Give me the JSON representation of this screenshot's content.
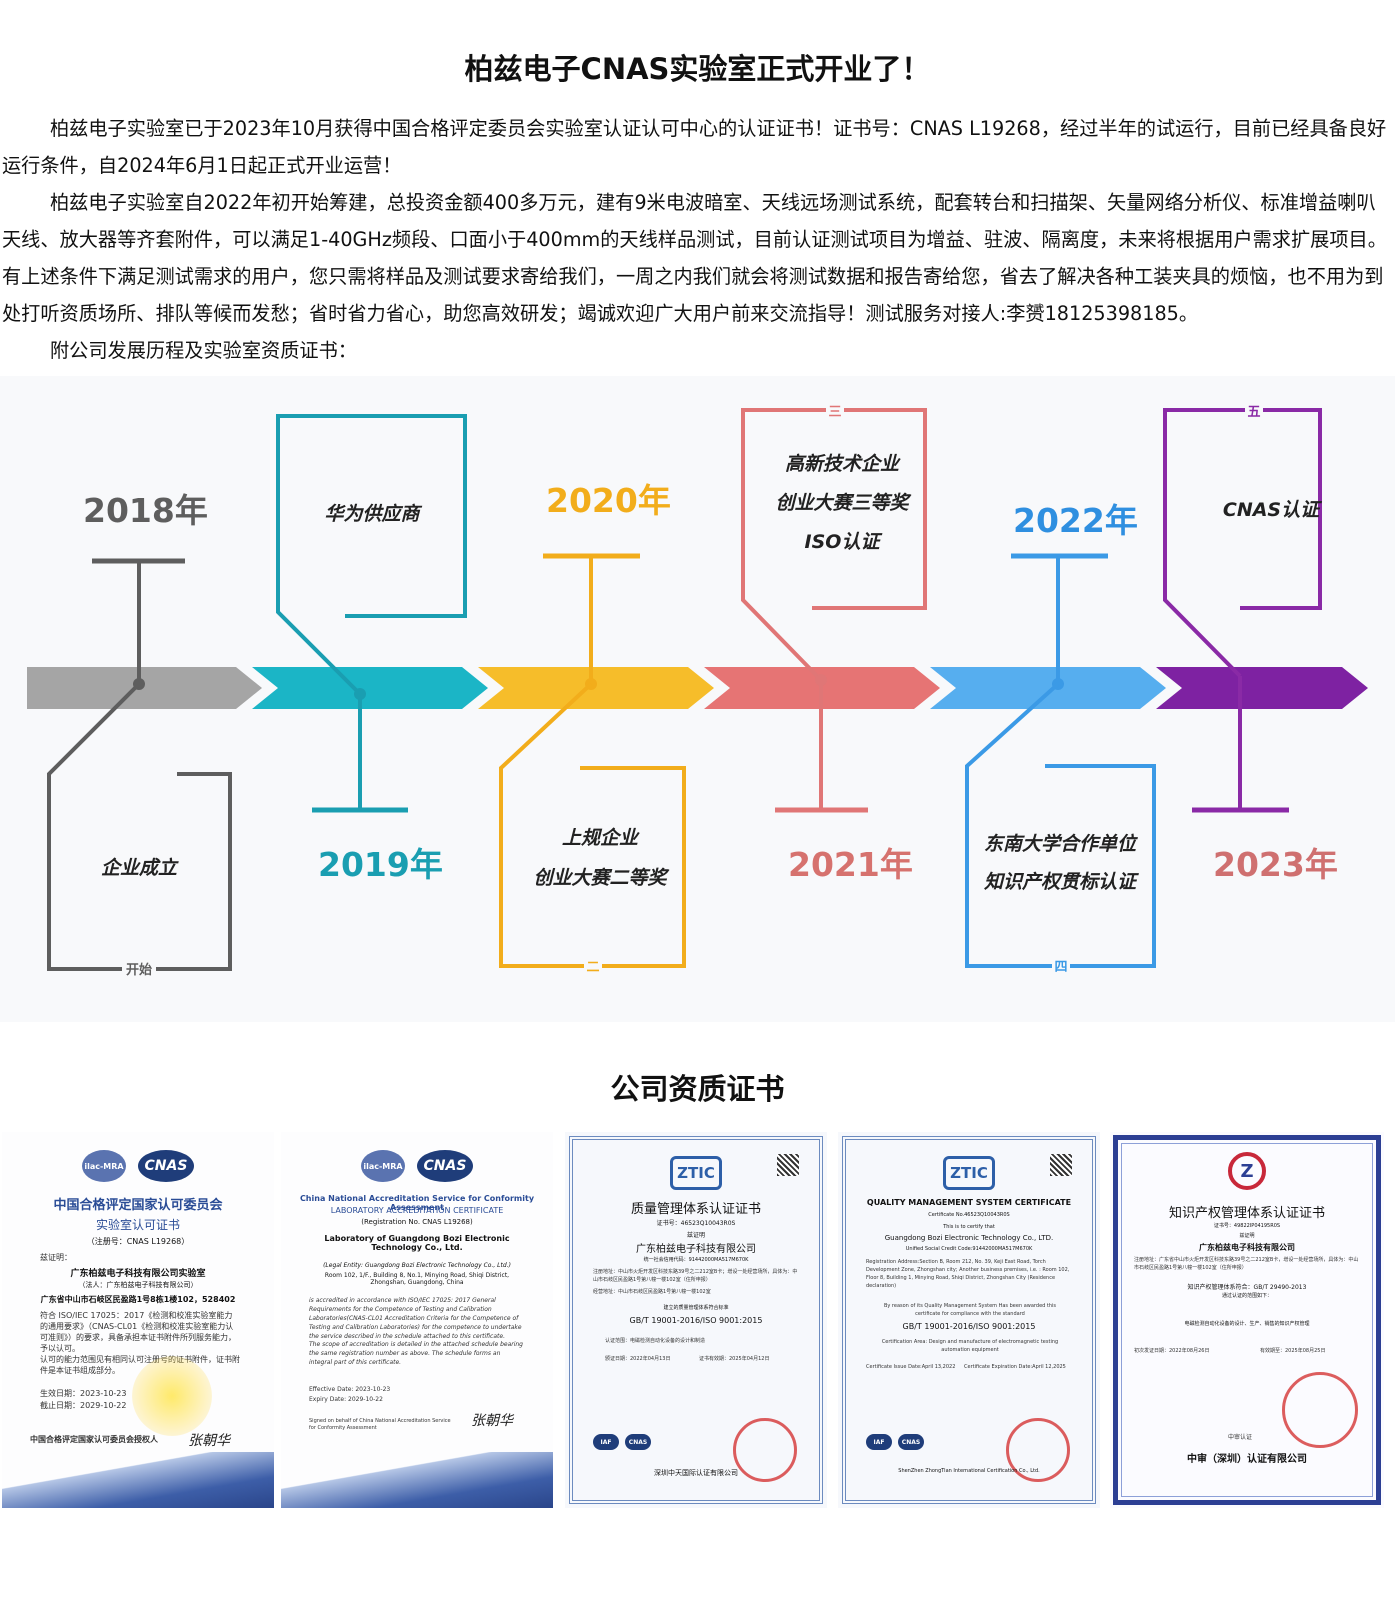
{
  "header": {
    "title": "柏兹电子CNAS实验室正式开业了！"
  },
  "article": {
    "paragraphs": [
      "柏兹电子实验室已于2023年10月获得中国合格评定委员会实验室认证认可中心的认证证书！证书号：CNAS L19268，经过半年的试运行，目前已经具备良好运行条件，自2024年6月1日起正式开业运营！",
      "柏兹电子实验室自2022年初开始筹建，总投资金额400多万元，建有9米电波暗室、天线远场测试系统，配套转台和扫描架、矢量网络分析仪、标准增益喇叭天线、放大器等齐套附件，可以满足1-40GHz频段、口面小于400mm的天线样品测试，目前认证测试项目为增益、驻波、隔离度，未来将根据用户需求扩展项目。有上述条件下满足测试需求的用户，您只需将样品及测试要求寄给我们，一周之内我们就会将测试数据和报告寄给您，省去了解决各种工装夹具的烦恼，也不用为到处打听资质场所、排队等候而发愁；省时省力省心，助您高效研发；竭诚欢迎广大用户前来交流指导！测试服务对接人:李赟18125398185。",
      "附公司发展历程及实验室资质证书："
    ]
  },
  "timeline": {
    "milestones": [
      {
        "year": "2018年",
        "events": [
          "企业成立"
        ],
        "tag": "开始",
        "color": "#5e5e5e",
        "year_color": "#5e5e5e"
      },
      {
        "year": "2019年",
        "events": [
          "华为供应商"
        ],
        "tag": "",
        "color": "#1a9eb1",
        "year_color": "#1a9eb1"
      },
      {
        "year": "2020年",
        "events": [
          "上规企业",
          "创业大赛二等奖"
        ],
        "tag": "二",
        "color": "#f2ad1b",
        "year_color": "#f2ad1b"
      },
      {
        "year": "2021年",
        "events": [
          "高新技术企业",
          "创业大赛三等奖",
          "ISO认证"
        ],
        "tag": "三",
        "color": "#e07676",
        "year_color": "#d6726e"
      },
      {
        "year": "2022年",
        "events": [
          "东南大学合作单位",
          "知识产权贯标认证"
        ],
        "tag": "四",
        "color": "#3b9ae6",
        "year_color": "#2f8fe0"
      },
      {
        "year": "2023年",
        "events": [
          "CNAS认证"
        ],
        "tag": "五",
        "color": "#8a2aa6",
        "year_color": "#cf7070"
      }
    ]
  },
  "certificates": {
    "section_title": "公司资质证书",
    "items": [
      {
        "logos": [
          "ilac-MRA",
          "CNAS"
        ],
        "title": "中国合格评定国家认可委员会",
        "subtitle": "实验室认可证书",
        "number": "（注册号：CNAS L19268）",
        "label": "兹证明：",
        "org": "广东柏兹电子科技有限公司实验室",
        "org_sub": "（法人：广东柏兹电子科技有限公司）",
        "address": "广东省中山市石岐区民盈路1号8栋1楼102，528402",
        "body": "符合 ISO/IEC 17025：2017《检测和校准实验室能力的通用要求》（CNAS-CL01《检测和校准实验室能力认可准则》）的要求，具备承担本证书附件所列服务能力，予以认可。",
        "body2": "认可的能力范围见有相同认可注册号的证书附件，证书附件是本证书组成部分。",
        "issue": "生效日期：2023-10-23",
        "expiry": "截止日期：2029-10-22",
        "footer": "中国合格评定国家认可委员会授权人",
        "signature": "张朝华"
      },
      {
        "logos": [
          "ilac-MRA",
          "CNAS"
        ],
        "title": "China National Accreditation Service for Conformity Assessment",
        "subtitle": "LABORATORY ACCREDITATION CERTIFICATE",
        "number": "(Registration No. CNAS L19268)",
        "org": "Laboratory of Guangdong Bozi Electronic Technology Co., Ltd.",
        "org_sub": "(Legal Entity: Guangdong Bozi Electronic Technology Co., Ltd.)",
        "address": "Room 102, 1/F., Building 8, No.1, Minying Road, Shiqi District, Zhongshan, Guangdong, China",
        "body": "is accredited in accordance with ISO/IEC 17025: 2017 General Requirements for the Competence of Testing and Calibration Laboratories(CNAS-CL01 Accreditation Criteria for the Competence of Testing and Calibration Laboratories) for the competence to undertake the service described in the schedule attached to this certificate.",
        "body2": "The scope of accreditation is detailed in the attached schedule bearing the same registration number as above. The schedule forms an integral part of this certificate.",
        "issue": "Effective Date:  2023-10-23",
        "expiry": "Expiry Date:  2029-10-22",
        "footer": "Signed on behalf of China National Accreditation Service for Conformity Assessment",
        "signature": "张朝华"
      },
      {
        "logo": "ZTIC",
        "title": "质量管理体系认证证书",
        "number": "证书号：46523Q10043R0S",
        "label": "兹证明",
        "org": "广东柏兹电子科技有限公司",
        "org_sub": "统一社会信用代码：91442000MA517M670K",
        "address": "注册地址：中山市火炬开发区科技东路39号之二212室B卡；增设一处经营场所，具体为：中山市石岐区民盈路1号第八幢一楼102室（住所申报）",
        "address2": "经营地址：中山市石岐区民盈路1号第八幢一楼102室",
        "body": "建立的质量管理体系符合标准",
        "standard": "GB/T 19001-2016/ISO 9001:2015",
        "scope": "认证范围：电磁检测自动化设备的设计和制造",
        "issue": "颁证日期：2022年04月13日",
        "expiry": "证书有效期：2025年04月12日",
        "footer": "深圳中天国际认证有限公司"
      },
      {
        "logo": "ZTIC",
        "title": "QUALITY MANAGEMENT SYSTEM CERTIFICATE",
        "number": "Certificate No.46523Q10043R0S",
        "label": "This is to certify that",
        "org": "Guangdong Bozi Electronic Technology Co., LTD.",
        "org_sub": "Unified Social Credit Code:91442000MA517M670K",
        "address": "Registration Address:Section B, Room 212, No. 39, Keji East Road, Torch Development Zone, Zhongshan city; Another business premises, i.e. : Room 102, Floor 8, Building 1, Minying Road, Shiqi District, Zhongshan City (Residence declaration)",
        "body": "By reason of its Quality Management System Has been awarded this certificate for compliance with the standard",
        "standard": "GB/T 19001-2016/ISO 9001:2015",
        "scope": "Certification Area: Design and manufacture of electromagnetic testing automation equipment",
        "issue": "Certificate Issue Date:April 13,2022",
        "expiry": "Certificate Expiration Date:April 12,2025",
        "footer": "ShenZhen ZhongTian International Certification Co., Ltd."
      },
      {
        "logo": "Z",
        "title": "知识产权管理体系认证证书",
        "number": "证书号：49822IP04195R0S",
        "label": "兹证明",
        "org": "广东柏兹电子科技有限公司",
        "address": "注册地址：广东省中山市火炬开发区科技东路39号之二212室B卡，增设一处经营场所，具体为：中山市石岐区民盈路1号第八幢一楼102室（住所申报）",
        "body": "知识产权管理体系符合：GB/T 29490-2013",
        "body2": "通过认证的范围如下：",
        "scope": "电磁检测自动化设备的设计、生产、销售的知识产权管理",
        "issue": "初次发证日期：2022年08月26日",
        "expiry": "有效期至：2025年08月25日",
        "mark": "中审认证",
        "footer": "中审（深圳）认证有限公司"
      }
    ]
  },
  "colors": {
    "arrow_gray": "#a5a5a5",
    "arrow_teal": "#1bb5c6",
    "arrow_yellow": "#f6bd2a",
    "arrow_red": "#e67474",
    "arrow_blue": "#56aeef",
    "arrow_purple": "#7e22a2"
  }
}
